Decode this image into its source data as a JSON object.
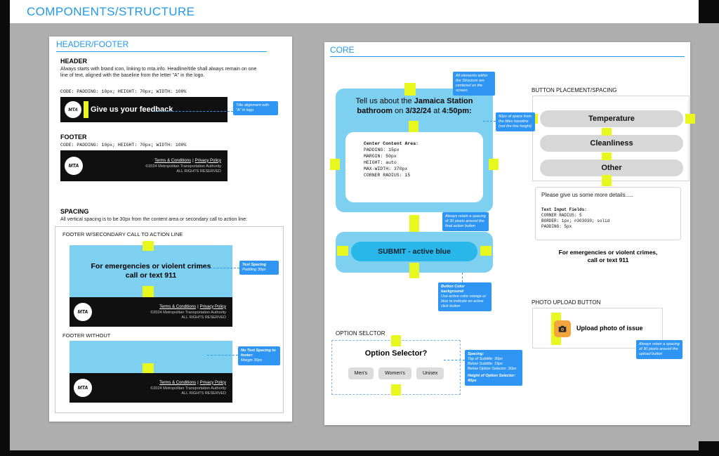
{
  "colors": {
    "accent_blue": "#2199E8",
    "callout_blue": "#2E96F2",
    "cyan_block": "#7ED0F0",
    "active_blue": "#29B7EA",
    "highlight_yellow": "#E8F81F"
  },
  "titlebar": {
    "title": "COMPONENTS/STRUCTURE"
  },
  "left_panel": {
    "title": "HEADER/FOOTER",
    "header": {
      "heading": "HEADER",
      "description": "Always starts with brand icon, linking to mta.info. Headline/title shall always remain on one line of text, aligned with the baseline from the letter \"A\" in the logo.",
      "code": "CODE:  PADDING: 10px; HEIGHT: 70px; WIDTH: 100%",
      "logo": "MTA",
      "bar_text": "Give us your feedback",
      "callout": "Title alignment with \"A\" in logo"
    },
    "footer": {
      "heading": "FOOTER",
      "code": "CODE:  PADDING: 10px; HEIGHT: 70px; WIDTH: 100%"
    },
    "footer_bar": {
      "logo": "MTA",
      "link_terms": "Terms & Conditions",
      "divider": "|",
      "link_privacy": "Privacy Policy",
      "copyright": "©2024 Metropolitan Transportation Authority",
      "rights": "ALL RIGHTS RESERVED"
    },
    "spacing": {
      "heading": "SPACING",
      "description": "All vertical spacing is to be 30px from the content area or secondary call to action line:",
      "box1_title": "FOOTER W/SECONDARY CALL TO ACTION LINE",
      "cta_line1": "For emergencies or violent crimes",
      "cta_line2": "call or text 911",
      "callout1_title": "Text Spacing",
      "callout1_body": "Padding 30px",
      "box2_title": "FOOTER WITHOUT",
      "callout2_title": "No Text Spacing to footer:",
      "callout2_body": "Margin 30px"
    }
  },
  "core": {
    "title": "CORE",
    "callout_centered": "All elements within the Structure are centered on the screen.",
    "phone": {
      "t1": "Tell us about the ",
      "t2": "Jamaica Station bathroom",
      "t3": " on ",
      "t4": "3/32/24",
      "t5": " at ",
      "t6": "4:50pm:",
      "content_lines": [
        "Center Content Area:",
        "PADDING: 15px",
        "MARGIN: 50px",
        "HEIGHT: auto",
        "MAX-WIDTH: 370px",
        "CORNER RADIUS: 15"
      ]
    },
    "callout_50px": "50px of space from the titles baseline (not the line height)",
    "callout_action_spacing": "Always retain a spacing of 30 pixels around the final action button",
    "submit_label": "SUBMIT - active blue",
    "callout_button_color_title": "Button Color background:",
    "callout_button_color_body": "Use active color orange or blue to indicate an active click button",
    "option_selector": {
      "label": "OPTION SELCTOR",
      "title": "Option Selector?",
      "options": [
        "Men's",
        "Women's",
        "Unisex"
      ],
      "callout_lines": [
        "Spacing:",
        "Top of Subtitle: 30px",
        "Below Subtitle: 15px",
        "Below Option Selector: 30px"
      ],
      "callout_bold": "Height of Option Selector: 40px"
    },
    "button_placement": {
      "label": "BUTTON PLACEMENT/SPACING",
      "buttons": [
        "Temperature",
        "Cleanliness",
        "Other"
      ],
      "details_placeholder": "Please give us some more details.....",
      "details_code": [
        "Text Input Fields:",
        "CORNER RADIUS: 5",
        "BORDER: 1px; #303030; solid",
        "PADDING: 5px"
      ],
      "emergency_line1": "For emergencies or violent crimes,",
      "emergency_line2": "call or text 911"
    },
    "photo_upload": {
      "label": "PHOTO UPLOAD BUTTON",
      "button_text": "Upload photo of issue",
      "callout": "Always retain a spacing of 30 pixels around the upload button"
    }
  }
}
